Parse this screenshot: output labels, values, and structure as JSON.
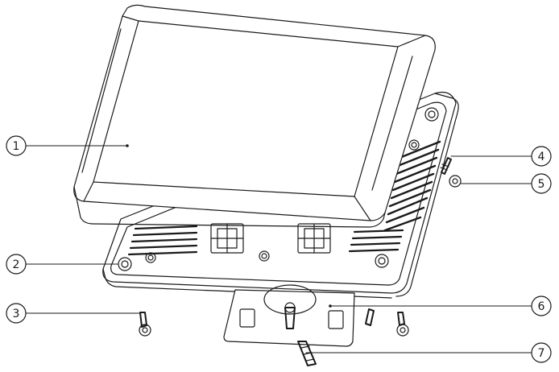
{
  "diagram": {
    "callouts": [
      {
        "id": "callout-1",
        "label": "1"
      },
      {
        "id": "callout-2",
        "label": "2"
      },
      {
        "id": "callout-3",
        "label": "3"
      },
      {
        "id": "callout-4",
        "label": "4"
      },
      {
        "id": "callout-5",
        "label": "5"
      },
      {
        "id": "callout-6",
        "label": "6"
      },
      {
        "id": "callout-7",
        "label": "7"
      }
    ],
    "colors": {
      "line": "#1a1a1a",
      "background": "#ffffff"
    }
  }
}
